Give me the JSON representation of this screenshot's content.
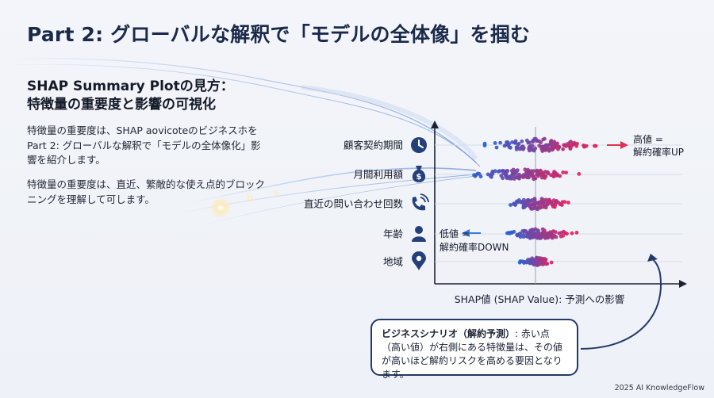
{
  "title": "Part 2: グローバルな解釈で「モデルの全体像」を掴む",
  "subtitle_line1": "SHAP Summary Plotの見方：",
  "subtitle_line2": "特徴量の重要度と影響の可視化",
  "paragraph1": "特徴量の重要度は、SHAP aovicoteのビジネスホをPart 2: グローバルな解釈で「モデルの全体像化」影響を紹介します。",
  "paragraph2": "特徴量の重要度は、直近、繁敵的な使え点的ブロックニングを理解して可します。",
  "callout": {
    "bold": "ビジネスシナリオ（解約予測）",
    "text": ": 赤い点（高い値）が右側にある特徴量は、その値が高いほど解約リスクを高める要因となります。"
  },
  "footer": "2025 AI KnowledgeFlow",
  "colors": {
    "title": "#1b2a4a",
    "icon": "#24407a",
    "low": "#1f63d8",
    "high": "#e8205a",
    "arrow_high": "#e03050",
    "arrow_low": "#3a7be0"
  },
  "chart_data": {
    "type": "scatter",
    "subtype": "shap-summary-beeswarm",
    "xlabel": "SHAP値 (SHAP Value): 予測への影響",
    "features": [
      {
        "name": "顧客契約期間",
        "icon": "clock-icon",
        "x_range": [
          -0.8,
          0.95
        ],
        "spread": 0.55,
        "high_side": "right"
      },
      {
        "name": "月間利用額",
        "icon": "money-bag-icon",
        "x_range": [
          -1.1,
          0.7
        ],
        "spread": 0.45,
        "high_side": "right"
      },
      {
        "name": "直近の問い合わせ回数",
        "icon": "phone-icon",
        "x_range": [
          -0.55,
          0.55
        ],
        "spread": 0.5,
        "high_side": "right"
      },
      {
        "name": "年齢",
        "icon": "person-icon",
        "x_range": [
          -0.5,
          0.65
        ],
        "spread": 0.45,
        "high_side": "right"
      },
      {
        "name": "地域",
        "icon": "location-pin-icon",
        "x_range": [
          -0.25,
          0.3
        ],
        "spread": 0.35,
        "high_side": "right"
      }
    ],
    "annotations": {
      "high_label_1": "高値 =",
      "high_label_2": "解約確率UP",
      "low_label_1": "低値 =",
      "low_label_2": "解約確率DOWN"
    },
    "color_scale": {
      "low": "#1f63d8",
      "high": "#e8205a"
    }
  }
}
